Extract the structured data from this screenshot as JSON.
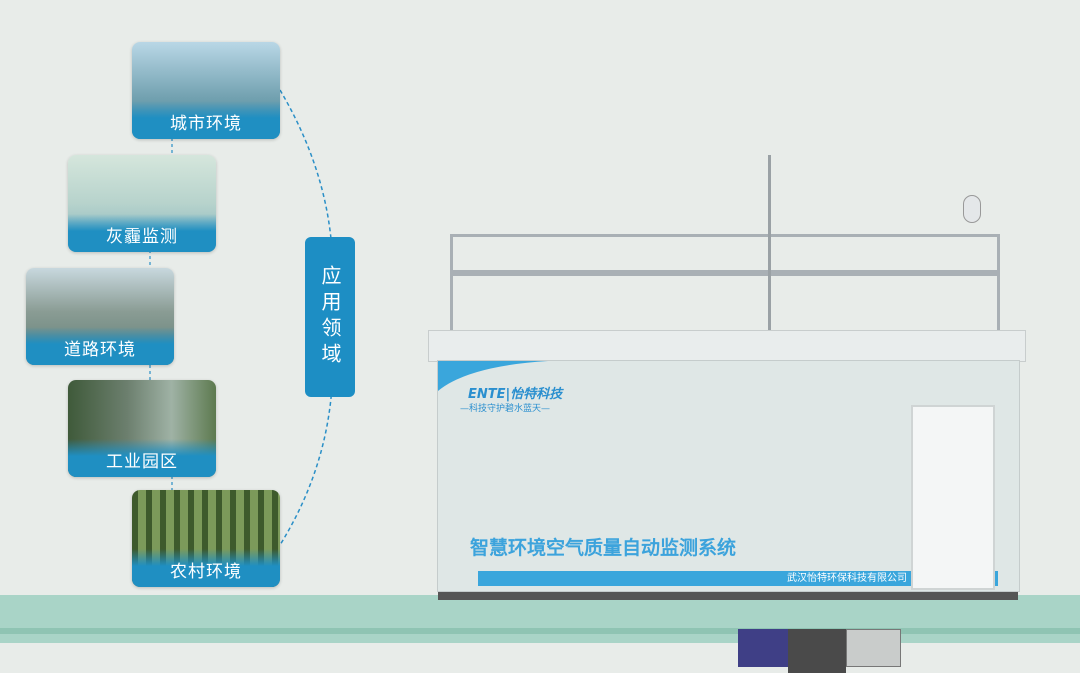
{
  "applications": {
    "label": "应用领域",
    "items": [
      {
        "label": "城市环境"
      },
      {
        "label": "灰霾监测"
      },
      {
        "label": "道路环境"
      },
      {
        "label": "工业园区"
      },
      {
        "label": "农村环境"
      }
    ]
  },
  "station": {
    "brand": "ENTE|怡特科技",
    "slogan": "—科技守护碧水蓝天—",
    "title": "智慧环境空气质量自动监测系统",
    "company": "武汉怡特环保科技有限公司"
  }
}
